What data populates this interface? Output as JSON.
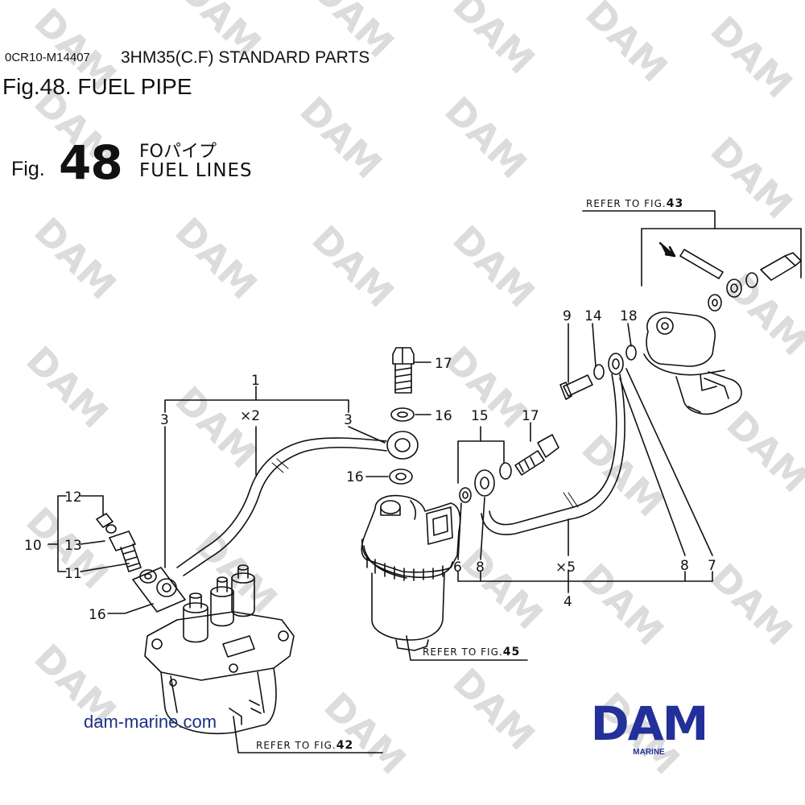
{
  "header": {
    "code": "0CR10-M14407",
    "subtitle": "3HM35(C.F) STANDARD PARTS",
    "fig_title": "Fig.48.  FUEL PIPE"
  },
  "figure": {
    "fig_word": "Fig.",
    "fig_number": "48",
    "title_jp": "FOパイプ",
    "title_en": "FUEL LINES"
  },
  "references": {
    "ref43_text": "REFER TO FIG.",
    "ref43_num": "43",
    "ref45_text": "REFER TO FIG.",
    "ref45_num": "45",
    "ref42_text": "REFER TO FIG.",
    "ref42_num": "42"
  },
  "callouts": {
    "p1": "1",
    "x2": "×2",
    "p3a": "3",
    "p3b": "3",
    "p17a": "17",
    "p16a": "16",
    "p16b": "16",
    "p15": "15",
    "p17b": "17",
    "p9": "9",
    "p14": "14",
    "p18": "18",
    "p12": "12",
    "p13": "13",
    "p10": "10",
    "p11": "11",
    "p16c": "16",
    "p6": "6",
    "p8a": "8",
    "x5": "×5",
    "p8b": "8",
    "p7": "7",
    "p4": "4"
  },
  "watermark": {
    "text": "DAM",
    "site": "dam-marine.com"
  },
  "logo": {
    "word": "DAM",
    "sub": "MARINE",
    "color": "#23309a"
  },
  "colors": {
    "line": "#111111",
    "watermark": "#d6d6d6",
    "link": "#1d2f8a"
  }
}
